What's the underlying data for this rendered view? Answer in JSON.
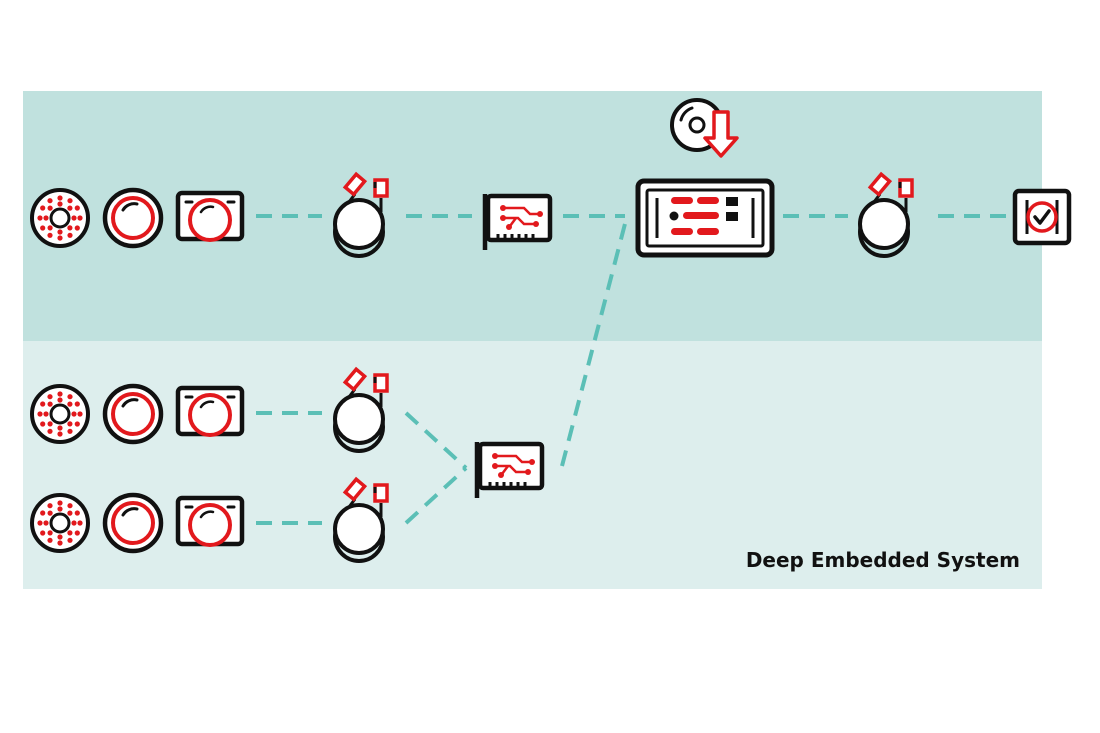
{
  "system_label": "Deep Embedded System",
  "colors": {
    "background": "#ffffff",
    "band_top": "#c0e1de",
    "band_bottom": "#ddeeed",
    "link": "#5bbfb6",
    "stroke": "#111111",
    "accent": "#e2191d"
  },
  "icons": {
    "ring_light": "ring-light-icon",
    "lens": "lens-icon",
    "camera": "camera-icon",
    "cable": "cable-icon",
    "frame_grabber": "frame-grabber-card-icon",
    "controller": "embedded-controller-icon",
    "software_download": "software-download-icon",
    "inspection_result": "inspection-check-icon"
  },
  "rows": [
    {
      "id": "top",
      "components": [
        "ring_light",
        "lens",
        "camera",
        "cable",
        "frame_grabber"
      ]
    },
    {
      "id": "middle",
      "components": [
        "ring_light",
        "lens",
        "camera",
        "cable"
      ]
    },
    {
      "id": "bottom",
      "components": [
        "ring_light",
        "lens",
        "camera",
        "cable"
      ]
    }
  ],
  "output_chain": [
    "controller",
    "cable",
    "inspection_result"
  ]
}
